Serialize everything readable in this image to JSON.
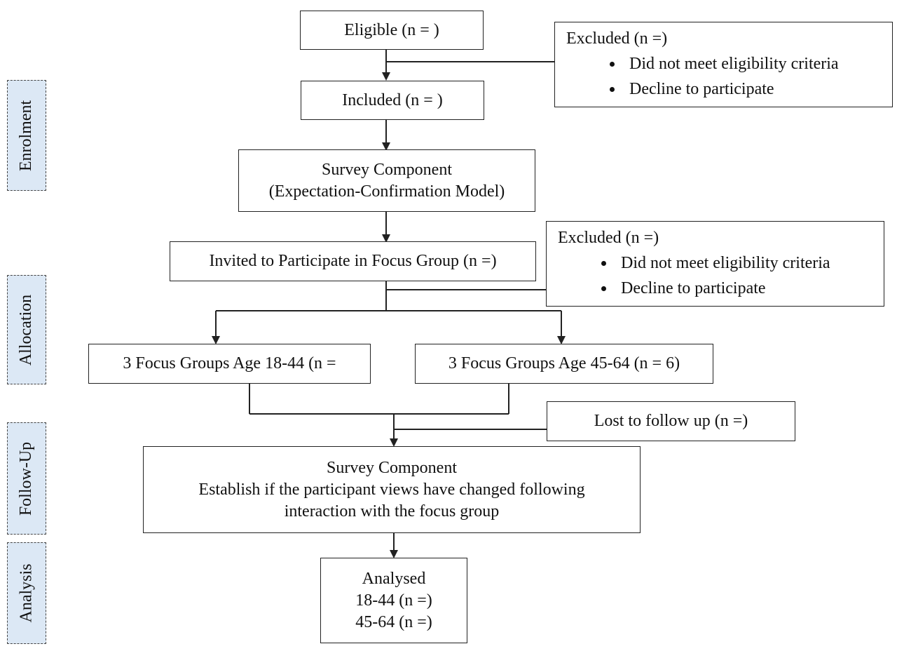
{
  "phases": {
    "enrolment": "Enrolment",
    "allocation": "Allocation",
    "follow_up": "Follow-Up",
    "analysis": "Analysis"
  },
  "boxes": {
    "eligible": "Eligible (n = )",
    "included": "Included (n = )",
    "survey1": {
      "line1": "Survey Component",
      "line2": "(Expectation-Confirmation Model)"
    },
    "invited": "Invited to Participate in Focus Group (n =)",
    "group_young": "3 Focus Groups Age 18-44 (n =",
    "group_old": "3 Focus Groups Age 45-64 (n = 6)",
    "lost": "Lost to follow up (n =)",
    "survey2": {
      "line1": "Survey Component",
      "line2": "Establish if the participant views have changed following",
      "line3": "interaction with the focus group"
    },
    "analysed": {
      "line1": "Analysed",
      "line2": "18-44 (n =)",
      "line3": "45-64 (n =)"
    }
  },
  "excluded_1": {
    "title": "Excluded (n =)",
    "items": [
      "Did not meet eligibility criteria",
      "Decline to participate"
    ]
  },
  "excluded_2": {
    "title": "Excluded (n =)",
    "items": [
      "Did not meet eligibility criteria",
      "Decline to participate"
    ]
  },
  "colors": {
    "phase_fill": "#dce8f5",
    "line": "#222222"
  }
}
